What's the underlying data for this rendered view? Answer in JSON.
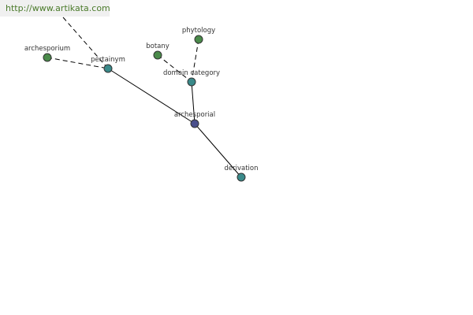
{
  "watermark": {
    "url": "http://www.artikata.com"
  },
  "colors": {
    "center": "#4a4f8c",
    "relation": "#3a8a8a",
    "leaf": "#4a8a4a",
    "edge": "#000000"
  },
  "graph": {
    "nodes": {
      "archesporium": {
        "label": "archesporium",
        "kind": "leaf"
      },
      "pertainym": {
        "label": "pertainym",
        "kind": "relation"
      },
      "botany": {
        "label": "botany",
        "kind": "leaf"
      },
      "phytology": {
        "label": "phytology",
        "kind": "leaf"
      },
      "domain_category": {
        "label": "domain category",
        "kind": "relation"
      },
      "archesporial": {
        "label": "archesporial",
        "kind": "center"
      },
      "derivation": {
        "label": "derivation",
        "kind": "relation"
      }
    },
    "edges": [
      {
        "from": "offscreen",
        "to": "pertainym",
        "style": "dashed"
      },
      {
        "from": "archesporium",
        "to": "pertainym",
        "style": "dashed"
      },
      {
        "from": "pertainym",
        "to": "archesporial",
        "style": "solid"
      },
      {
        "from": "botany",
        "to": "domain_category",
        "style": "dashed"
      },
      {
        "from": "phytology",
        "to": "domain_category",
        "style": "dashed"
      },
      {
        "from": "domain_category",
        "to": "archesporial",
        "style": "solid"
      },
      {
        "from": "archesporial",
        "to": "derivation",
        "style": "solid"
      }
    ]
  }
}
